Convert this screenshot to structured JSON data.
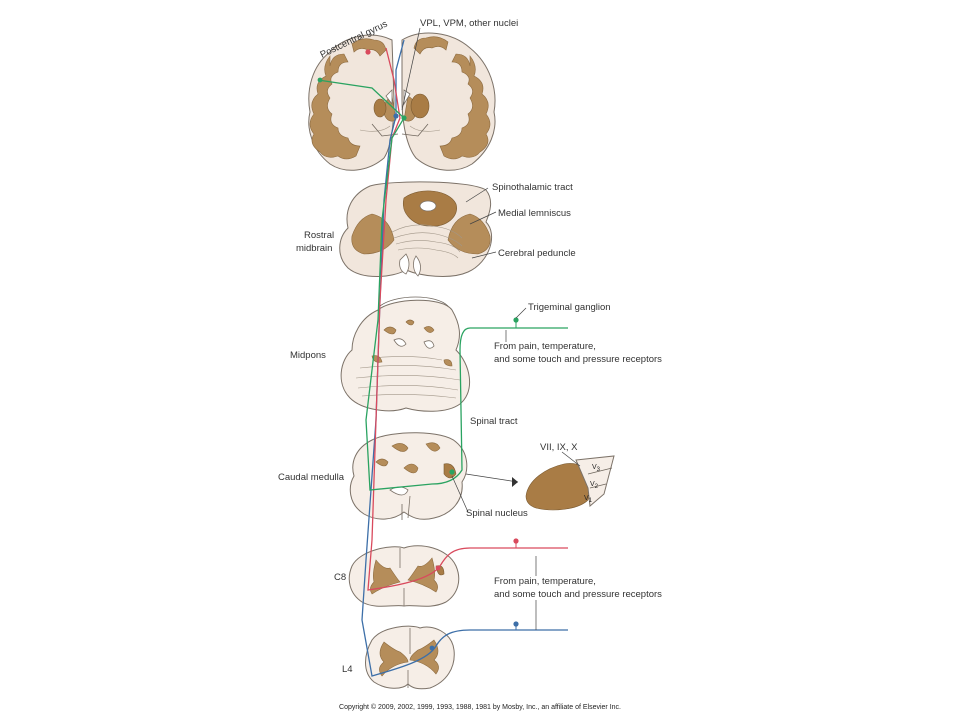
{
  "labels": {
    "postcentral_gyrus": "Postcentral gyrus",
    "vpl_vpm": "VPL, VPM, other nuclei",
    "spinothalamic_tract": "Spinothalamic tract",
    "medial_lemniscus": "Medial lemniscus",
    "rostral": "Rostral",
    "midbrain": "midbrain",
    "cerebral_peduncle": "Cerebral peduncle",
    "trigeminal_ganglion": "Trigeminal ganglion",
    "midpons": "Midpons",
    "receptors_upper_1": "From pain, temperature,",
    "receptors_upper_2": "and some touch and pressure receptors",
    "spinal_tract": "Spinal tract",
    "vii_ix_x": "VII, IX, X",
    "caudal_medulla": "Caudal medulla",
    "v3": "V",
    "v3_sub": "3",
    "v2": "V",
    "v2_sub": "2",
    "v1": "V",
    "v1_sub": "1",
    "spinal_nucleus": "Spinal nucleus",
    "c8": "C8",
    "receptors_lower_1": "From pain, temperature,",
    "receptors_lower_2": "and some touch and pressure receptors",
    "l4": "L4",
    "copyright": "Copyright © 2009, 2002, 1999, 1993, 1988, 1981 by Mosby, Inc., an affiliate of Elsevier Inc."
  },
  "colors": {
    "pathway_trigeminal": "#2aa361",
    "pathway_c8": "#d94a5d",
    "pathway_l4": "#3d6fa8",
    "gray_matter": "#b58d5a",
    "white_matter": "#f1e6dc"
  }
}
